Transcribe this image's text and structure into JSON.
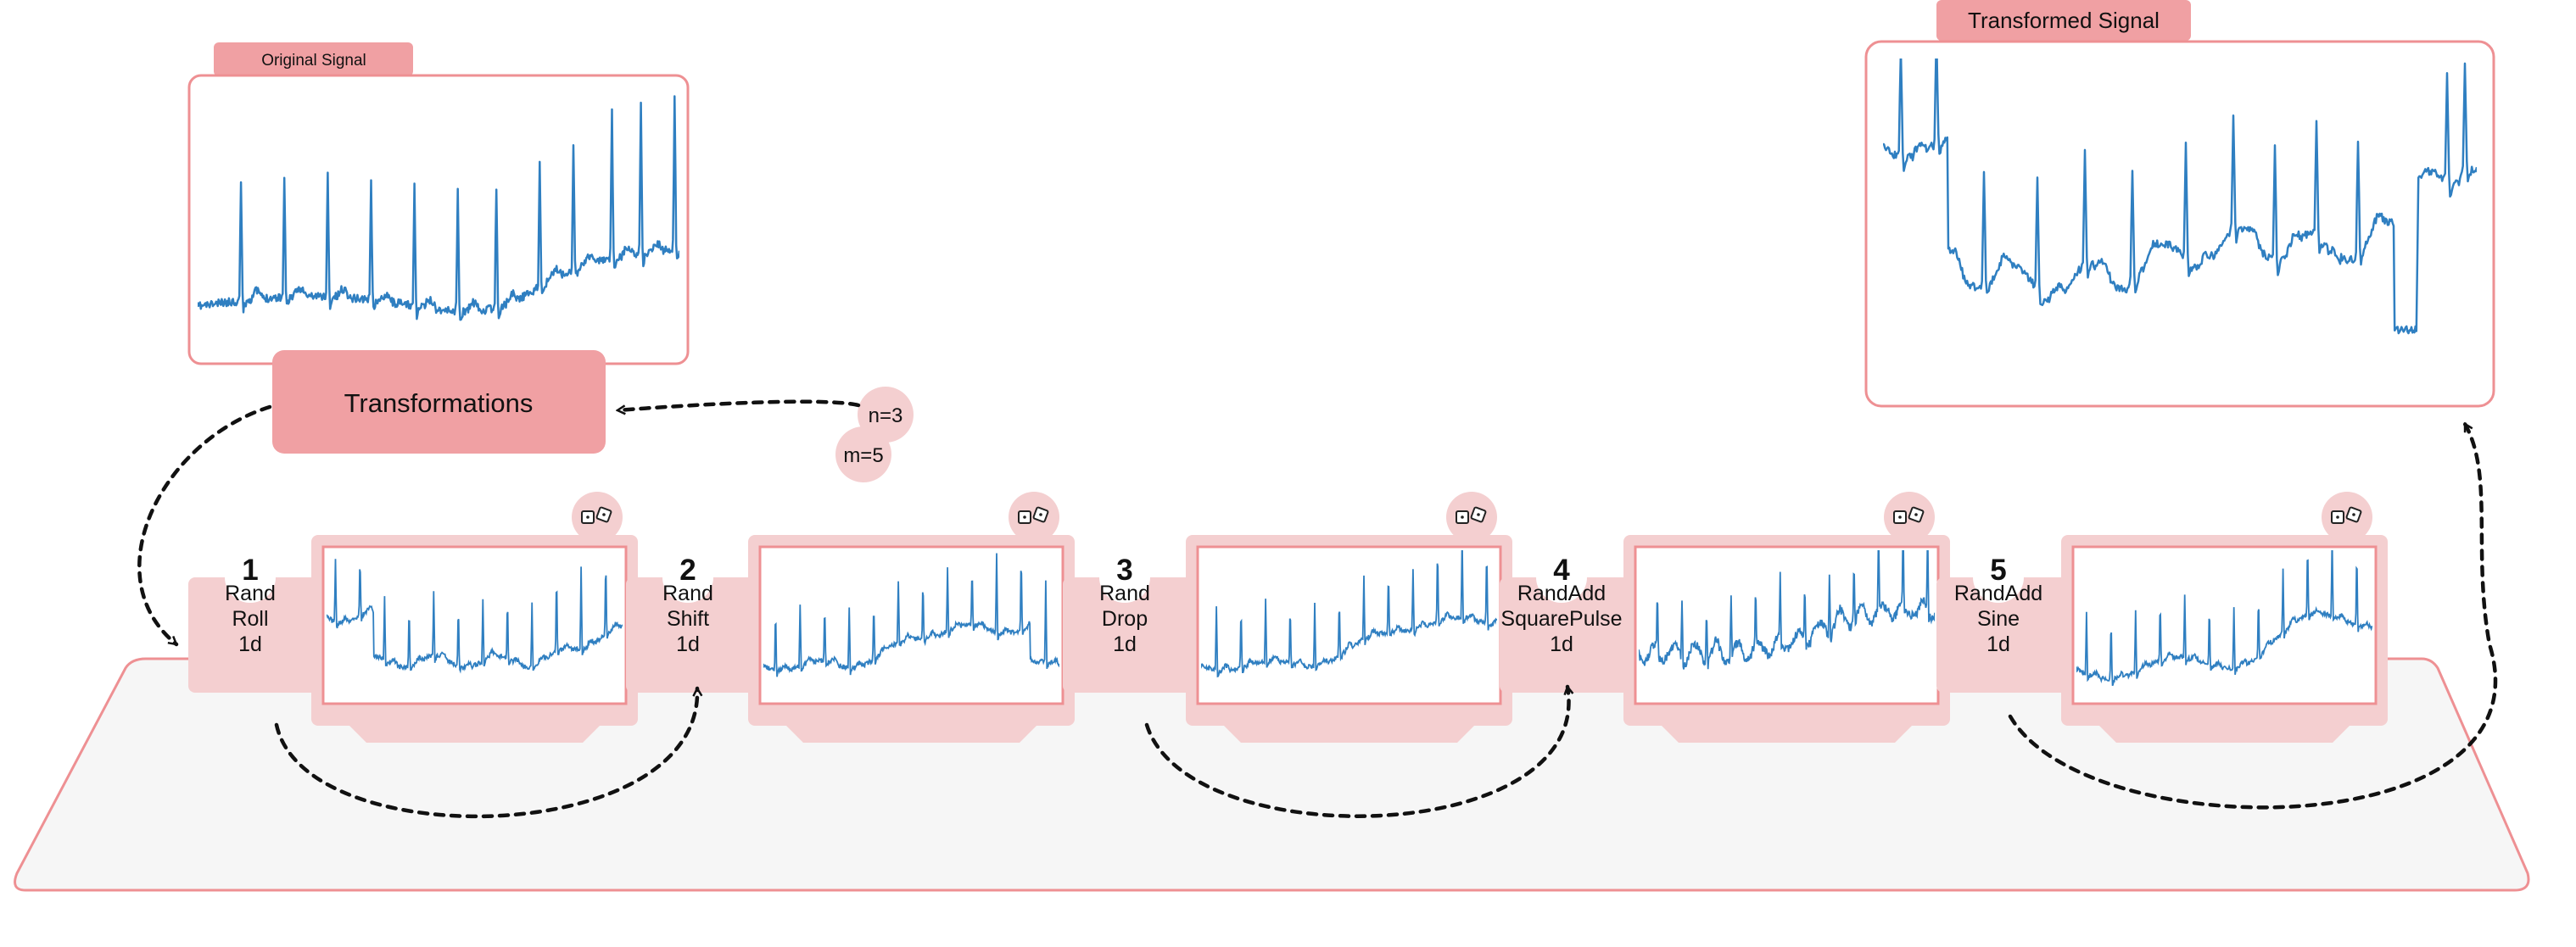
{
  "colors": {
    "accent": "#f0a0a3",
    "accent_border": "#ee9093",
    "light_pink": "#f4cfd0",
    "panel_fill": "#f6f6f6",
    "signal": "#2f7fc1",
    "arrow": "#111111"
  },
  "original": {
    "tab_label": "Original Signal"
  },
  "transformed": {
    "tab_label": "Transformed Signal"
  },
  "transformations": {
    "label": "Transformations"
  },
  "params": {
    "n": "n=3",
    "m": "m=5"
  },
  "steps": [
    {
      "number": "1",
      "lines": [
        "Rand",
        "Roll",
        "1d"
      ],
      "icon": "dice-icon"
    },
    {
      "number": "2",
      "lines": [
        "Rand",
        "Shift",
        "1d"
      ],
      "icon": "dice-icon"
    },
    {
      "number": "3",
      "lines": [
        "Rand",
        "Drop",
        "1d"
      ],
      "icon": "dice-icon"
    },
    {
      "number": "4",
      "lines": [
        "RandAdd",
        "SquarePulse",
        "1d"
      ],
      "icon": "dice-icon"
    },
    {
      "number": "5",
      "lines": [
        "RandAdd",
        "Sine",
        "1d"
      ],
      "icon": "dice-icon"
    }
  ]
}
